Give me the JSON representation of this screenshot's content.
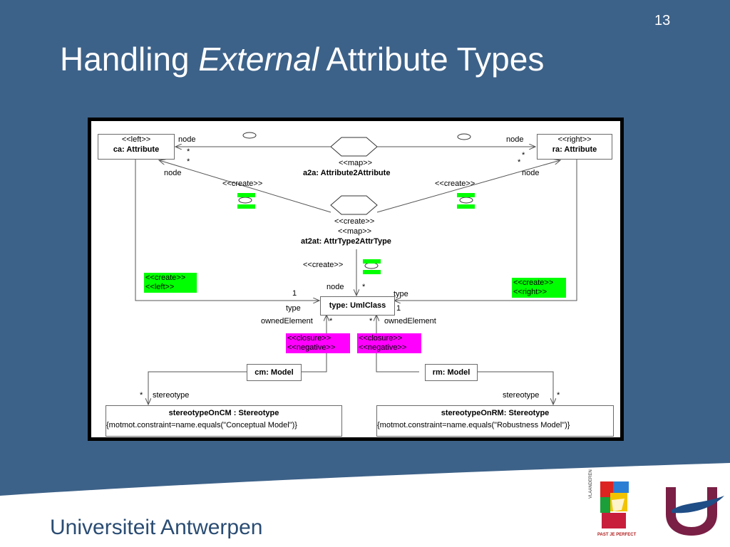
{
  "slide": {
    "number": "13",
    "title_part1": "Handling ",
    "title_italic": "External",
    "title_part2": " Attribute Types"
  },
  "diagram": {
    "left_box": {
      "stereo": "<<left>>",
      "name": "ca: Attribute"
    },
    "right_box": {
      "stereo": "<<right>>",
      "name": "ra: Attribute"
    },
    "a2a": {
      "stereo": "<<map>>",
      "name": "a2a: Attribute2Attribute"
    },
    "at2at": {
      "stereo1": "<<create>>",
      "stereo2": "<<map>>",
      "name": "at2at: AttrType2AttrType"
    },
    "umlclass": {
      "name": "type: UmlClass"
    },
    "cm": {
      "name": "cm: Model"
    },
    "rm": {
      "name": "rm: Model"
    },
    "stereotype_cm": {
      "name": "stereotypeOnCM : Stereotype",
      "constraint": "{motmot.constraint=name.equals(\"Conceptual Model\")}"
    },
    "stereotype_rm": {
      "name": "stereotypeOnRM: Stereotype",
      "constraint": "{motmot.constraint=name.equals(\"Robustness Model\")}"
    },
    "labels": {
      "node": "node",
      "star": "*",
      "create": "<<create>>",
      "one": "1",
      "type": "type",
      "owned_element": "ownedElement",
      "stereotype": "stereotype"
    },
    "tags": {
      "create_left_1": "<<create>>",
      "create_left_2": "<<left>>",
      "create_right_1": "<<create>>",
      "create_right_2": "<<right>>",
      "closure": "<<closure>>",
      "negative": "<<negative>>"
    }
  },
  "footer": {
    "university": "Universiteit Antwerpen",
    "flanders_slogan": "PAST JE PERFECT",
    "flanders_vertical": "VLAANDEREN"
  },
  "colors": {
    "background": "#3d6289",
    "tag_green": "#00ff00",
    "tag_magenta": "#ff00ff",
    "ua_logo": "#7a1f45"
  }
}
